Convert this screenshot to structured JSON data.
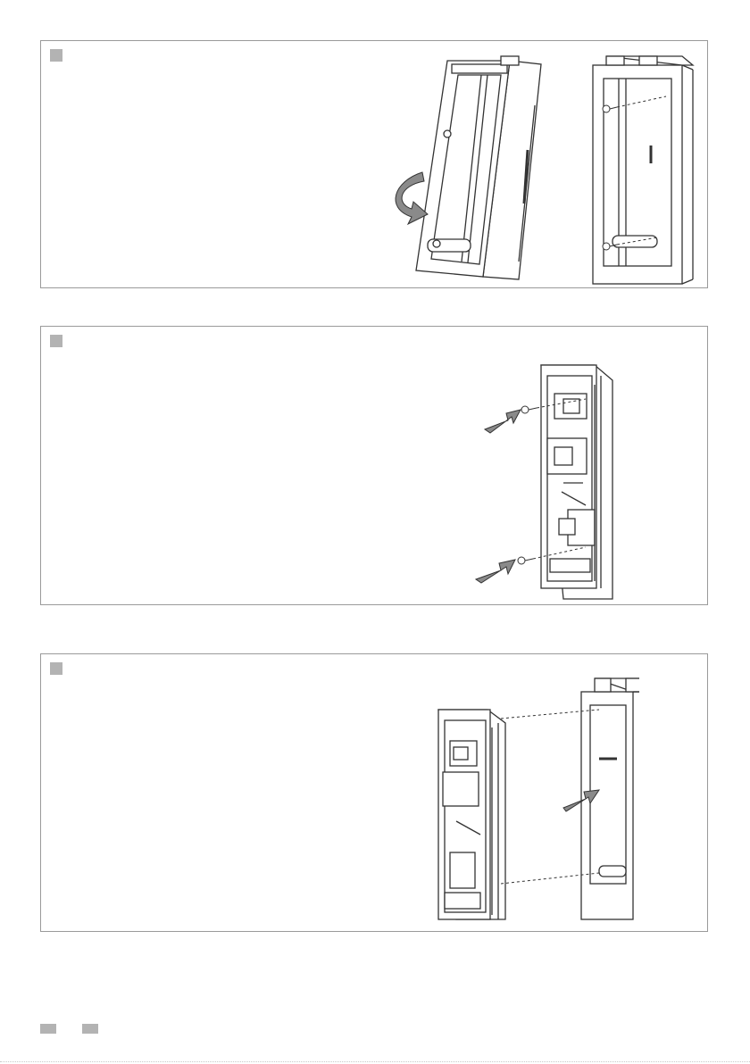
{
  "steps": [
    {
      "id": 1,
      "illustration": "housing-rotate-and-screws"
    },
    {
      "id": 2,
      "illustration": "insert-fixing-screws"
    },
    {
      "id": 3,
      "illustration": "slide-module-into-housing"
    }
  ],
  "icons": [
    "rotate-arrow-icon",
    "screw-icon",
    "push-arrow-icon"
  ],
  "colors": {
    "frame": "#9a9a9a",
    "marker": "#b3b3b3",
    "arrow": "#8a8a8a",
    "line": "#333333"
  }
}
